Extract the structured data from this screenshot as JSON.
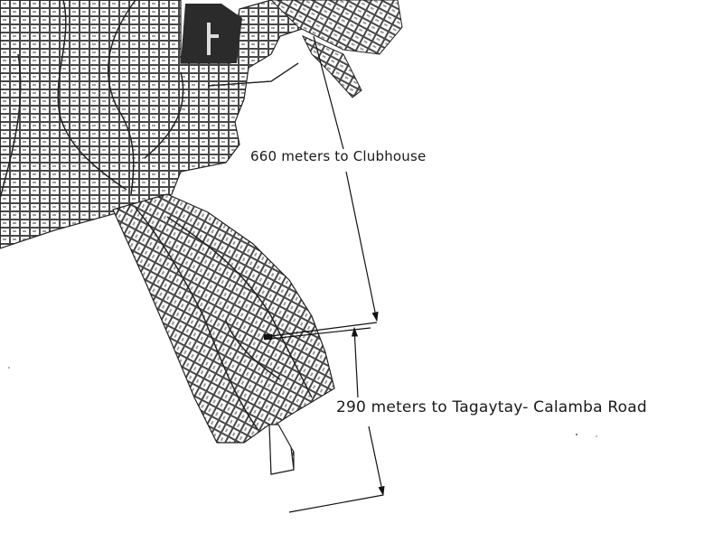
{
  "map": {
    "type": "subdivision site plan (scanned)",
    "background_color": "#ffffff",
    "ink_color": "#1a1a1a",
    "landmark_fill": "#2b2b2b"
  },
  "annotations": {
    "clubhouse": {
      "distance": "660",
      "unit": "meters",
      "text": "660 meters to Clubhouse"
    },
    "road": {
      "distance": "290",
      "unit": "meters",
      "text": "290 meters to Tagaytay- Calamba Road"
    }
  },
  "icons": {
    "clubhouse_block": "dark-building-footprint",
    "arrows": "dimension-arrowheads"
  }
}
